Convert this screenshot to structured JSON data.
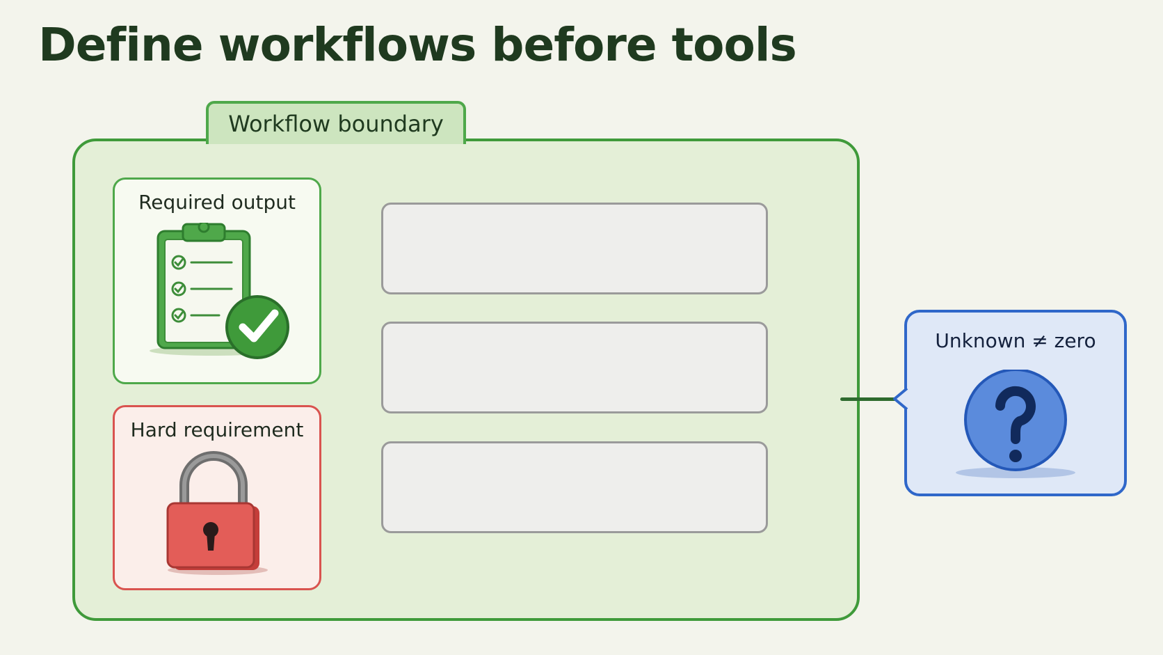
{
  "title": "Define workflows before tools",
  "boundary": {
    "label": "Workflow boundary"
  },
  "cards": {
    "output": {
      "label": "Required output",
      "icon": "clipboard-checklist-icon"
    },
    "hard": {
      "label": "Hard requirement",
      "icon": "padlock-icon"
    },
    "unknown": {
      "label": "Unknown ≠ zero",
      "icon": "question-mark-icon"
    }
  },
  "placeholders": [
    {
      "label": ""
    },
    {
      "label": ""
    },
    {
      "label": ""
    }
  ],
  "colors": {
    "boundary": "#3f9a3a",
    "output": "#4ea84a",
    "hard": "#d9534f",
    "unknown": "#2f67c9",
    "placeholder": "#9a9a9a"
  }
}
